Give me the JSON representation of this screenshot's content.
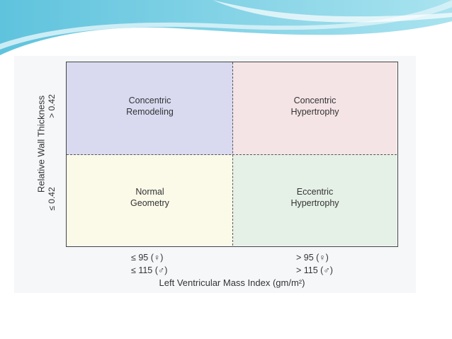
{
  "quadrants": {
    "top_left": "Concentric\nRemodeling",
    "top_right": "Concentric\nHypertrophy",
    "bottom_left": "Normal\nGeometry",
    "bottom_right": "Eccentric\nHypertrophy"
  },
  "y_axis": {
    "label": "Relative Wall Thickness",
    "tick_high": "> 0.42",
    "tick_low": "≤ 0.42"
  },
  "x_axis": {
    "label": "Left Ventricular Mass Index (gm/m²)",
    "tick_left_line1": "≤ 95 (♀)",
    "tick_left_line2": "≤ 115 (♂)",
    "tick_right_line1": "> 95 (♀)",
    "tick_right_line2": "> 115 (♂)"
  },
  "colors": {
    "concentric_remodeling": "#d9daf0",
    "concentric_hypertrophy": "#f5e4e6",
    "normal_geometry": "#fbf9e8",
    "eccentric_hypertrophy": "#e5f0e6"
  }
}
